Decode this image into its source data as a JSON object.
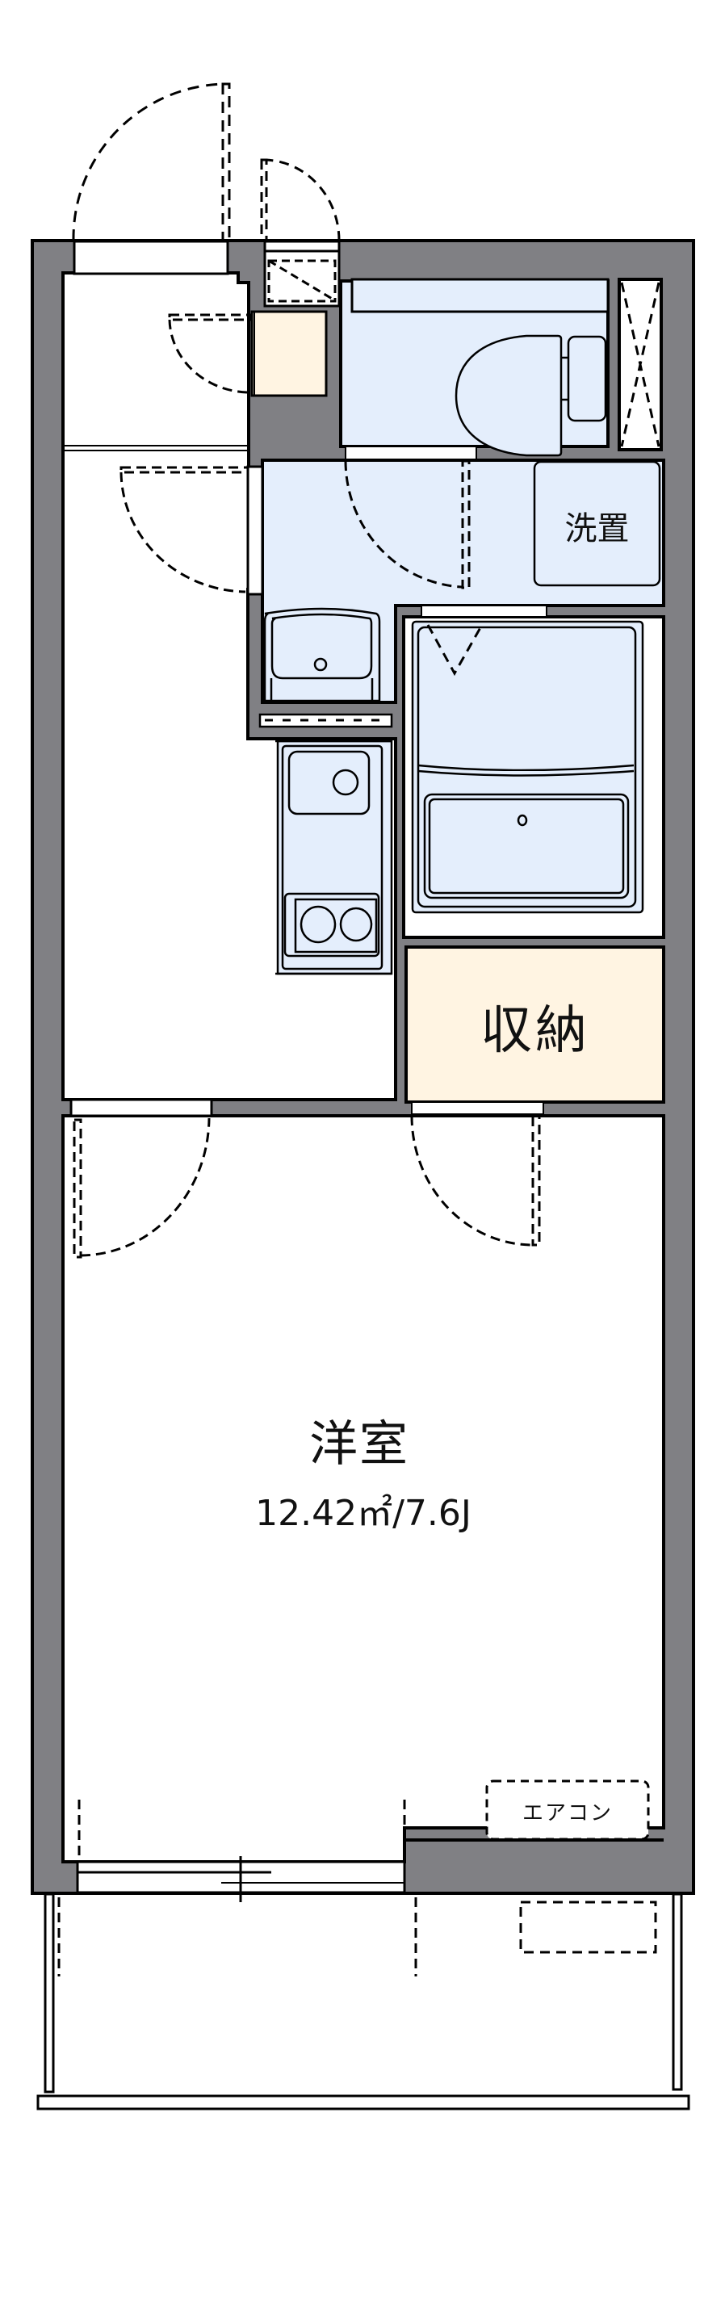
{
  "floor_plan": {
    "colors": {
      "wall": "#808084",
      "outline": "#000000",
      "wet_area": "#e4eefc",
      "storage": "#fff4e2",
      "floor": "#ffffff"
    },
    "rooms": {
      "western_room": {
        "label": "洋室",
        "area": "12.42㎡/7.6J"
      },
      "storage": {
        "label": "収納"
      },
      "washing_machine": {
        "label": "洗置"
      },
      "air_conditioner": {
        "label": "エアコン"
      }
    },
    "fixtures": [
      "entrance-door",
      "meter-box-door",
      "shoe-cabinet",
      "toilet",
      "ventilation-shaft",
      "washbasin-vanity",
      "bathtub",
      "kitchen-sink",
      "two-burner-stove",
      "sliding-window",
      "balcony",
      "ac-outdoor-unit"
    ]
  }
}
